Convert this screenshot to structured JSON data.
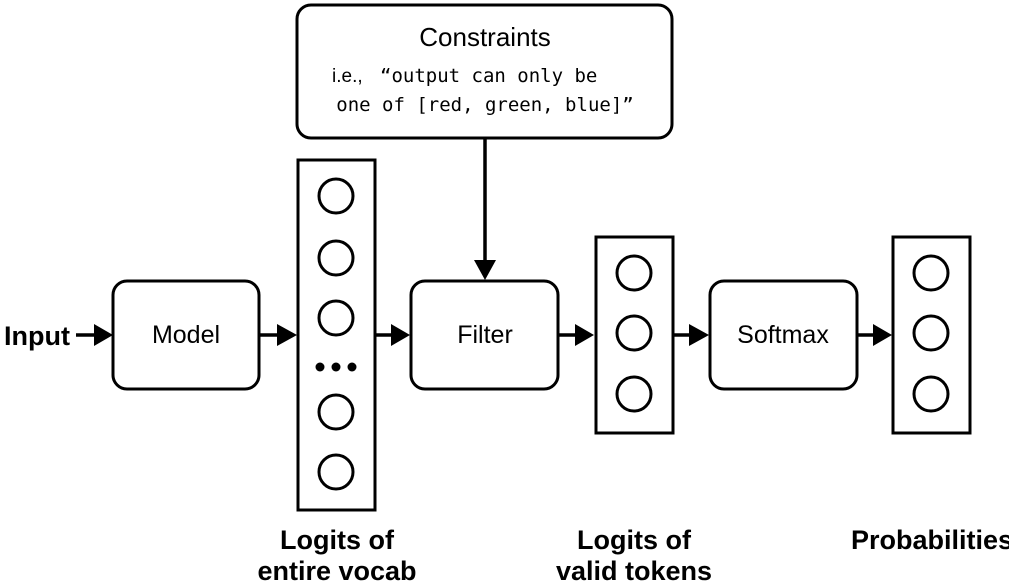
{
  "input_label": "Input",
  "constraints": {
    "title": "Constraints",
    "example_prefix": "i.e.,",
    "example_line1": "“output can only be",
    "example_line2": "one of [red, green, blue]”"
  },
  "boxes": {
    "model": "Model",
    "filter": "Filter",
    "softmax": "Softmax"
  },
  "captions": {
    "vocab_line1": "Logits of",
    "vocab_line2": "entire vocab",
    "valid_line1": "Logits of",
    "valid_line2": "valid tokens",
    "probabilities": "Probabilities"
  }
}
